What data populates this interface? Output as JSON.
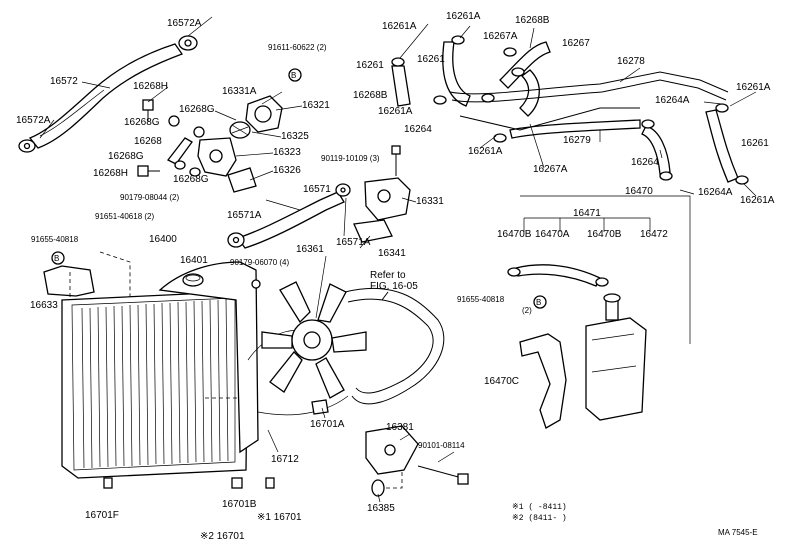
{
  "diagram_id": "MA 7545-E",
  "labels": {
    "p16572A_top": "16572A",
    "p16572": "16572",
    "p16572A_left": "16572A",
    "p16268H_top": "16268H",
    "p16268G_a": "16268G",
    "p16268G_b": "16268G",
    "p16268": "16268",
    "p16268G_c": "16268G",
    "p16268H_bot": "16268H",
    "p16268G_d": "16268G",
    "p90179_08044": "90179-08044",
    "p90179_08044_qty": "(2)",
    "p91611_60622": "91611-60622",
    "p91611_60622_qty": "(2)",
    "p16331A": "16331A",
    "p16321": "16321",
    "p16325": "16325",
    "p16323": "16323",
    "p16326": "16326",
    "p90119_10109": "90119-10109",
    "p90119_10109_qty": "(3)",
    "p16571": "16571",
    "p16571A_left": "16571A",
    "p16571A_right": "16571A",
    "p16331": "16331",
    "p16341": "16341",
    "p91651_40618": "91651-40618",
    "p91651_40618_qty": "(2)",
    "p91655_40818_left": "91655-40818",
    "p16400": "16400",
    "p16401": "16401",
    "p16633": "16633",
    "p16361": "16361",
    "p90179_06070": "90179-06070",
    "p90179_06070_qty": "(4)",
    "refer_to": "Refer to",
    "refer_fig": "FIG. 16-05",
    "p16712": "16712",
    "p16701A": "16701A",
    "p16701F": "16701F",
    "p16701B": "16701B",
    "p16701_star1": "※1 16701",
    "p16701_star2": "※2 16701",
    "p16381": "16381",
    "p90101_08114": "90101-08114",
    "p16385": "16385",
    "p16261A_a": "16261A",
    "p16261A_b": "16261A",
    "p16268B_top": "16268B",
    "p16267A_top": "16267A",
    "p16267": "16267",
    "p16261_a": "16261",
    "p16261_b": "16261",
    "p16268B_left": "16268B",
    "p16278": "16278",
    "p16261A_c": "16261A",
    "p16261A_d": "16261A",
    "p16264_a": "16264",
    "p16261A_e": "16261A",
    "p16264A_a": "16264A",
    "p16279": "16279",
    "p16267A_bot": "16267A",
    "p16261_right": "16261",
    "p16264_b": "16264",
    "p16264A_b": "16264A",
    "p16261A_f": "16261A",
    "p16470": "16470",
    "p16471": "16471",
    "p16470B_a": "16470B",
    "p16470A": "16470A",
    "p16470B_b": "16470B",
    "p16472": "16472",
    "p91655_40818_right": "91655-40818",
    "p91655_40818_right_qty": "(2)",
    "p16470C": "16470C",
    "marker_B": "B"
  },
  "footnote": {
    "row1_mark": "※1",
    "row1_range": "(      -8411)",
    "row2_mark": "※2",
    "row2_range": "(8411-      )"
  }
}
